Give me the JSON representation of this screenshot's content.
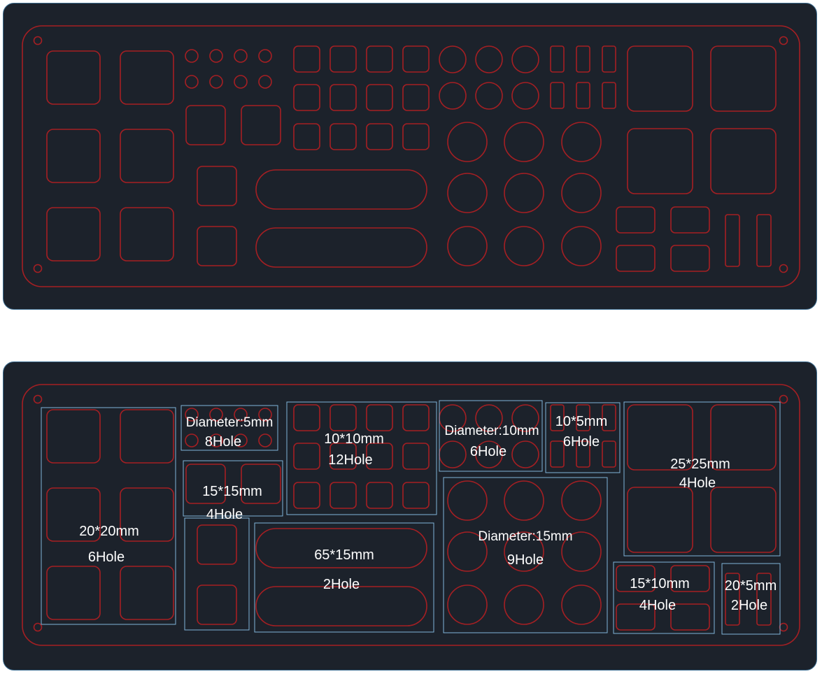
{
  "colors": {
    "panel_background": "#1c222b",
    "panel_border": "#3d6e91",
    "cut_line": "#a51f23",
    "zone_outline": "#7fb4d8",
    "label_text": "#ffffff"
  },
  "labels": {
    "zone_20x20": {
      "line1": "20*20mm",
      "line2": "6Hole"
    },
    "zone_d5": {
      "line1": "Diameter:5mm",
      "line2": "8Hole"
    },
    "zone_15x15": {
      "line1": "15*15mm",
      "line2": "4Hole"
    },
    "zone_10x10": {
      "line1": "10*10mm",
      "line2": "12Hole"
    },
    "zone_65x15": {
      "line1": "65*15mm",
      "line2": "2Hole"
    },
    "zone_d10": {
      "line1": "Diameter:10mm",
      "line2": "6Hole"
    },
    "zone_10x5": {
      "line1": "10*5mm",
      "line2": "6Hole"
    },
    "zone_d15": {
      "line1": "Diameter:15mm",
      "line2": "9Hole"
    },
    "zone_25x25": {
      "line1": "25*25mm",
      "line2": "4Hole"
    },
    "zone_15x10": {
      "line1": "15*10mm",
      "line2": "4Hole"
    },
    "zone_20x5": {
      "line1": "20*5mm",
      "line2": "2Hole"
    }
  }
}
